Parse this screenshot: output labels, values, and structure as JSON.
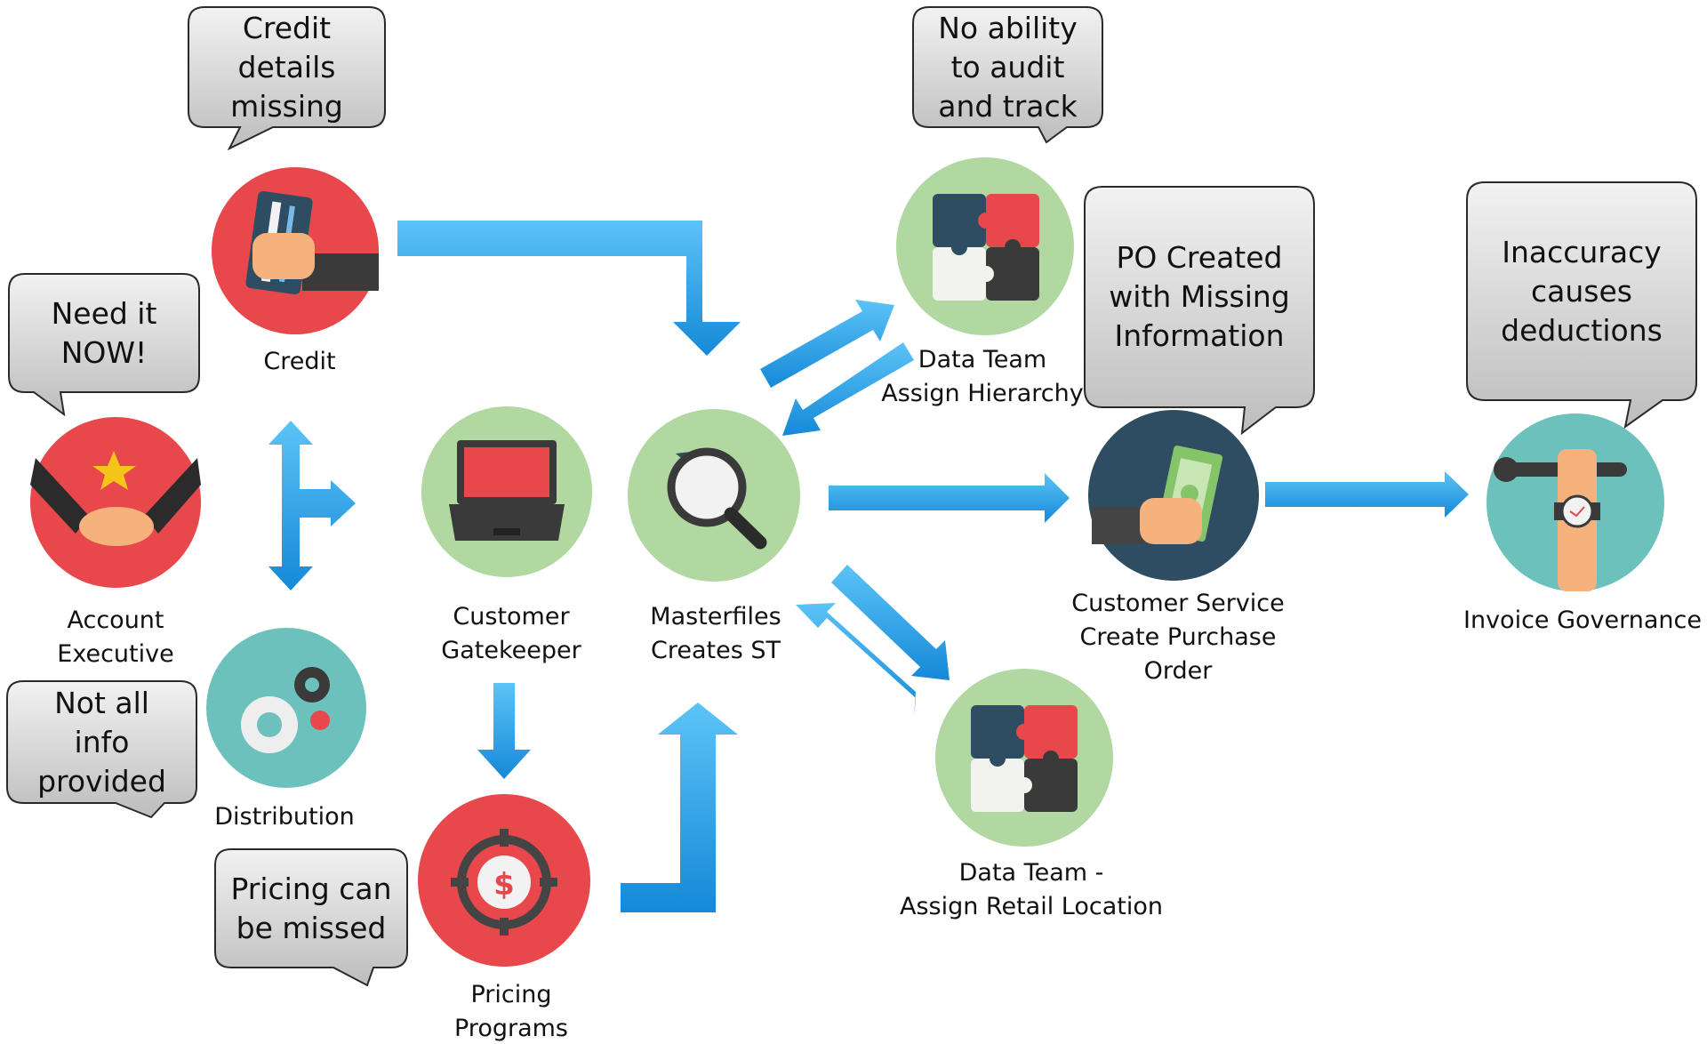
{
  "colors": {
    "arrow": "#1a9be8",
    "arrow_light": "#5cc3f7",
    "red": "#e8474b",
    "green": "#b1d8a0",
    "teal": "#6cc1bd",
    "navy": "#2e4d63",
    "bubble": "#d0d0d0",
    "bubble_border": "#2a2a2a"
  },
  "nodes": [
    {
      "id": "credit",
      "label": "Credit",
      "icon": "credit-card-hand-icon"
    },
    {
      "id": "account-executive",
      "label": "Account\nExecutive",
      "icon": "handshake-icon"
    },
    {
      "id": "distribution",
      "label": "Distribution",
      "icon": "gears-icon"
    },
    {
      "id": "customer-gatekeeper",
      "label": "Customer\nGatekeeper",
      "icon": "laptop-icon"
    },
    {
      "id": "pricing-programs",
      "label": "Pricing\nPrograms",
      "icon": "dollar-target-icon"
    },
    {
      "id": "masterfiles",
      "label": "Masterfiles\nCreates ST",
      "icon": "magnifier-chart-icon"
    },
    {
      "id": "data-team-hierarchy",
      "label": "Data Team\nAssign Hierarchy",
      "icon": "puzzle-icon"
    },
    {
      "id": "data-team-retail",
      "label": "Data Team -\nAssign Retail Location",
      "icon": "puzzle-icon"
    },
    {
      "id": "customer-service",
      "label": "Customer Service\nCreate Purchase\nOrder",
      "icon": "money-hand-icon"
    },
    {
      "id": "invoice-governance",
      "label": "Invoice Governance",
      "icon": "wrench-watch-icon"
    }
  ],
  "callouts": [
    {
      "id": "credit-callout",
      "text": "Credit\ndetails\nmissing"
    },
    {
      "id": "account-callout",
      "text": "Need it\nNOW!"
    },
    {
      "id": "distribution-callout",
      "text": "Not all\ninfo\nprovided"
    },
    {
      "id": "pricing-callout",
      "text": "Pricing can\nbe missed"
    },
    {
      "id": "audit-callout",
      "text": "No ability\nto audit\nand track"
    },
    {
      "id": "po-callout",
      "text": "PO Created\nwith Missing\nInformation"
    },
    {
      "id": "inaccuracy-callout",
      "text": "Inaccuracy\ncauses\ndeductions"
    }
  ]
}
